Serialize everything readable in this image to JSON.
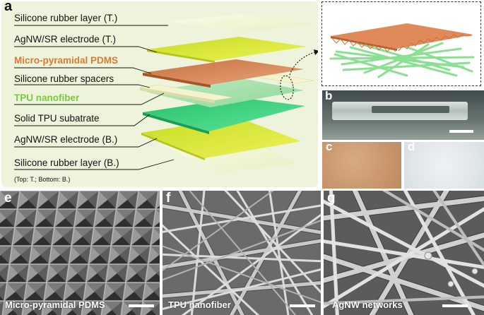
{
  "panel_a": {
    "letter": "a",
    "layers": [
      {
        "label": "Silicone rubber layer (T.)",
        "color": "#111111",
        "bold": false
      },
      {
        "label": "AgNW/SR electrode (T.)",
        "color": "#111111",
        "bold": false
      },
      {
        "label": "Micro-pyramidal PDMS",
        "color": "#e0782f",
        "bold": true
      },
      {
        "label": "Silicone rubber spacers",
        "color": "#111111",
        "bold": false
      },
      {
        "label": "TPU nanofiber",
        "color": "#7ac943",
        "bold": true
      },
      {
        "label": "Solid TPU subatrate",
        "color": "#111111",
        "bold": false
      },
      {
        "label": "AgNW/SR electrode (B.)",
        "color": "#111111",
        "bold": false
      },
      {
        "label": "Silicone rubber layer (B.)",
        "color": "#111111",
        "bold": false
      }
    ],
    "note": "(Top: T.; Bottom: B.)",
    "colors": {
      "panel_bg": "#eef4dc",
      "silicone": "#f4f7d9",
      "agnw": "#d9e83a",
      "pdms": "#d9875a",
      "spacer": "#f1f2c9",
      "tpu_fiber": "#a8e0ae",
      "tpu_solid": "#3fcf7a"
    }
  },
  "panel_b": {
    "letter": "b"
  },
  "panel_c": {
    "letter": "c"
  },
  "panel_d": {
    "letter": "d"
  },
  "panel_e": {
    "letter": "e",
    "caption": "Micro-pyramidal PDMS"
  },
  "panel_f": {
    "letter": "f",
    "caption": "TPU nanofiber"
  },
  "panel_g": {
    "letter": "g",
    "caption": "AgNW networks"
  }
}
